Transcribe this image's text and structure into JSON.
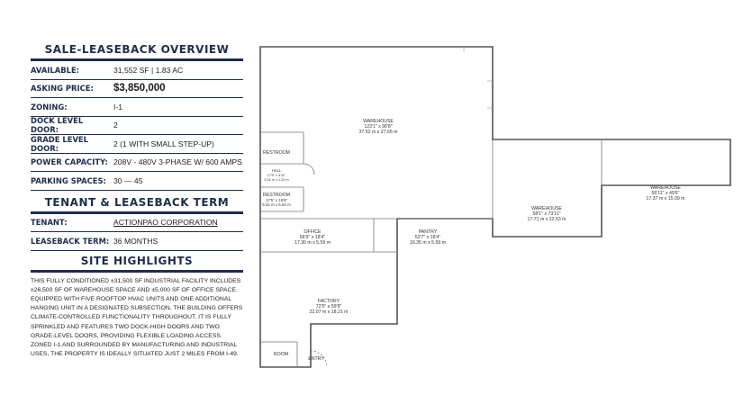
{
  "overview": {
    "title": "SALE-LEASEBACK OVERVIEW",
    "rows": [
      {
        "label": "AVAILABLE:",
        "value": "31,552 SF  |  1.83 AC"
      },
      {
        "label": "ASKING PRICE:",
        "value": "$3,850,000"
      },
      {
        "label": "ZONING:",
        "value": "I-1"
      },
      {
        "label": "DOCK LEVEL DOOR:",
        "value": "2"
      },
      {
        "label": "GRADE LEVEL DOOR:",
        "value": "2 (1 WITH SMALL STEP-UP)"
      },
      {
        "label": "POWER CAPACITY:",
        "value": "208V - 480V 3-PHASE W/ 600 AMPS"
      },
      {
        "label": "PARKING SPACES:",
        "value": "30 — 45"
      }
    ]
  },
  "tenant": {
    "title": "TENANT & LEASEBACK TERM",
    "rows": [
      {
        "label": "TENANT:",
        "value": "ACTIONPAO CORPORATION"
      },
      {
        "label": "LEASEBACK TERM:",
        "value": "36 MONTHS"
      }
    ]
  },
  "highlights": {
    "title": "SITE HIGHLIGHTS",
    "text": "THIS FULLY CONDITIONED ±31,500 SF INDUSTRIAL FACILITY INCLUDES ±26,500 SF OF WAREHOUSE SPACE AND ±5,000 SF OF OFFICE SPACE. EQUIPPED WITH FIVE ROOFTOP HVAC UNITS AND ONE ADDITIONAL HANGING UNIT IN A DESIGNATED SUBSECTION, THE BUILDING OFFERS CLIMATE-CONTROLLED FUNCTIONALITY THROUGHOUT. IT IS FULLY SPRINKLED AND FEATURES TWO DOCK-HIGH DOORS AND TWO GRADE-LEVEL DOORS, PROVIDING FLEXIBLE LOADING ACCESS. ZONED I-1 AND SURROUNDED BY MANUFACTURING AND INDUSTRIAL USES, THE PROPERTY IS IDEALLY SITUATED JUST 2 MILES FROM I-49."
  },
  "floorplan": {
    "rooms": {
      "warehouse_top": {
        "name": "WAREHOUSE",
        "dim1": "123'1\" x 90'8\"",
        "dim2": "37.52 m x 27.65 m"
      },
      "restroom1": {
        "name": "RESTROOM"
      },
      "hall": {
        "name": "HALL",
        "dim1": "17'9\" x 3'11\"",
        "dim2": "5.31 m x 1.20 m"
      },
      "restroom2": {
        "name": "RESTROOM",
        "dim1": "17'5\" x 18'6\"",
        "dim2": "5.31 m x 5.64 m"
      },
      "office": {
        "name": "OFFICE",
        "dim1": "56'9\" x 18'4\"",
        "dim2": "17.30 m x 5.59 m"
      },
      "pantry": {
        "name": "PANTRY",
        "dim1": "53'7\" x 18'4\"",
        "dim2": "16.35 m x 5.59 m"
      },
      "warehouse_mid": {
        "name": "WAREHOUSE",
        "dim1": "58'1\" x 73'11\"",
        "dim2": "17.71 m x 22.53 m"
      },
      "warehouse_right": {
        "name": "WAREHOUSE",
        "dim1": "56'11\" x 49'6\"",
        "dim2": "17.37 m x 15.09 m"
      },
      "factory": {
        "name": "FACTORY",
        "dim1": "72'5\" x 59'9\"",
        "dim2": "22.07 m x 18.21 m"
      },
      "room": {
        "name": "ROOM"
      },
      "entry": {
        "name": "ENTRY"
      }
    }
  }
}
